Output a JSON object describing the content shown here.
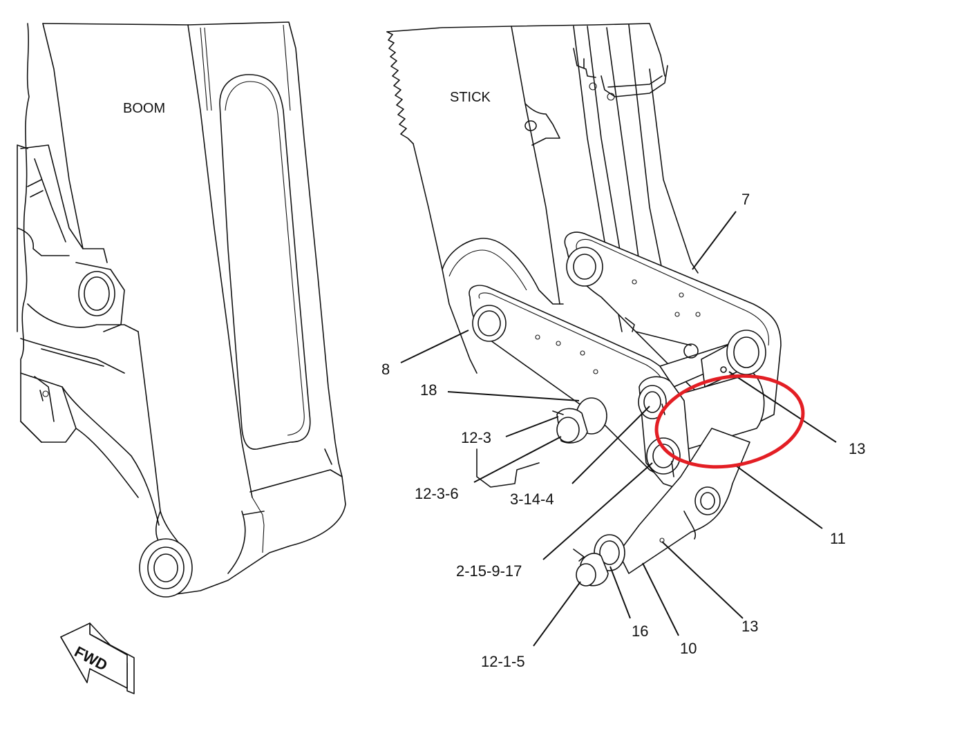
{
  "titles": {
    "boom": "BOOM",
    "stick": "STICK"
  },
  "direction_arrow": {
    "label": "FWD"
  },
  "callouts": {
    "c7": "7",
    "c8": "8",
    "c18": "18",
    "c12_3": "12-3",
    "c12_3_6": "12-3-6",
    "c3_14_4": "3-14-4",
    "c13_upper": "13",
    "c11": "11",
    "c2_15_9_17": "2-15-9-17",
    "c13_lower": "13",
    "c16": "16",
    "c10": "10",
    "c12_1_5": "12-1-5"
  },
  "highlight": {
    "shape": "ellipse",
    "color": "#e31e24"
  }
}
